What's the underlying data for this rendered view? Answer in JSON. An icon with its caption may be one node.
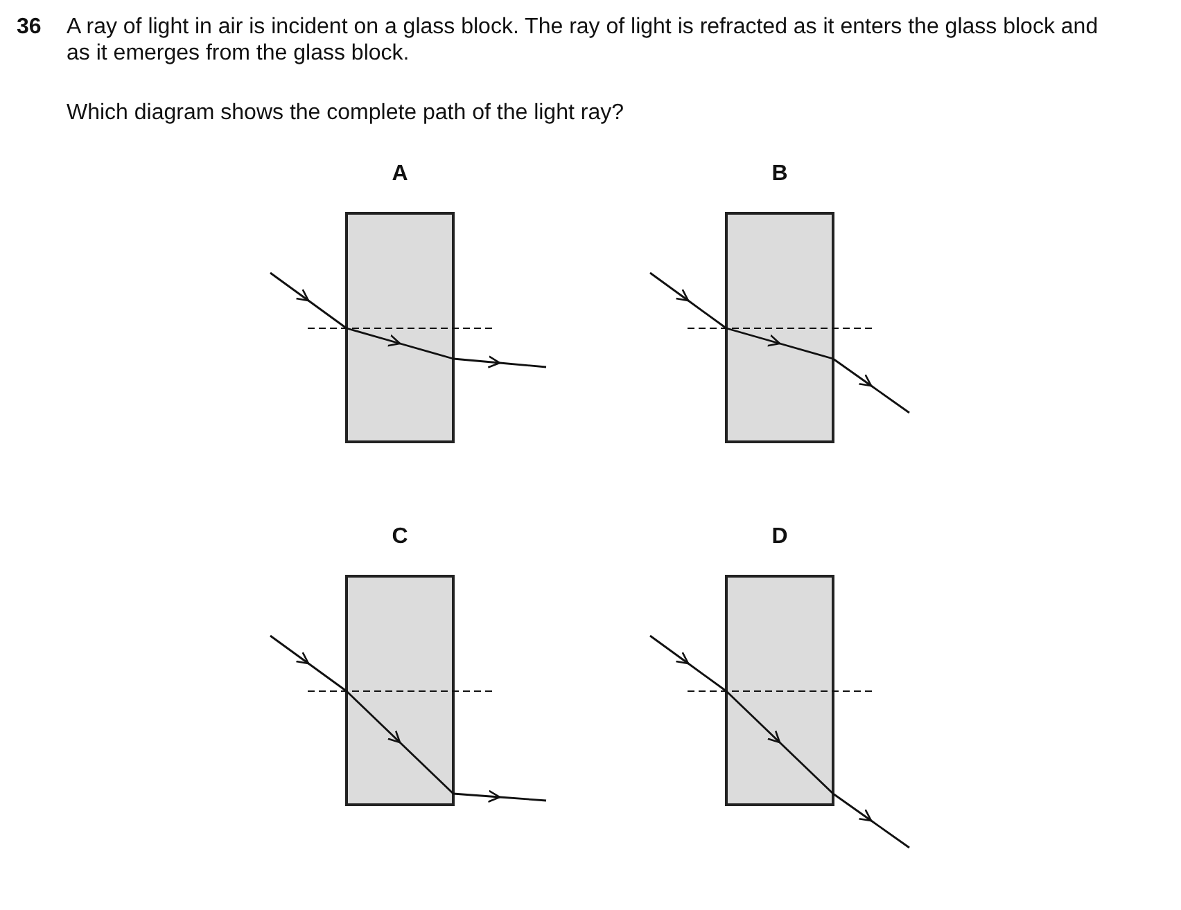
{
  "diagram": {
    "nodes": [
      {
        "text": [
          "A"
        ]
      },
      {
        "text": [
          "B"
        ]
      },
      {
        "text": [
          "C"
        ]
      },
      {
        "text": [
          "D"
        ]
      }
    ],
    "labels": [
      "36",
      "A ray of light in air is incident on a glass block. The ray of light is refracted as it enters the glass block and as it emerges from the glass block.",
      "Which diagram shows the complete path of the light ray?"
    ]
  }
}
